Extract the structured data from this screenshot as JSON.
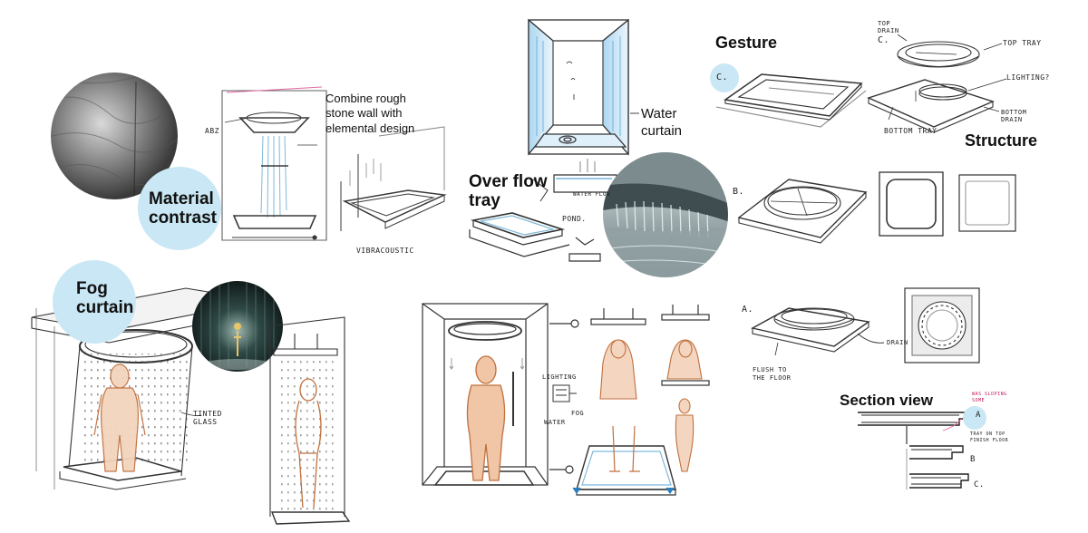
{
  "headings": {
    "material_contrast": [
      "Material",
      "contrast"
    ],
    "fog_curtain": [
      "Fog",
      "curtain"
    ],
    "over_flow_tray": [
      "Over flow",
      "tray"
    ],
    "gesture": "Gesture",
    "structure": "Structure",
    "section_view": "Section view"
  },
  "notes": {
    "combine_stone": [
      "Combine rough",
      "stone wall with",
      "elemental design"
    ],
    "water_curtain": [
      "Water",
      "curtain"
    ]
  },
  "handwritten": {
    "abz": "ABZ",
    "vibracoustic": "VIBRACOUSTIC",
    "tinted_glass": [
      "TINTED",
      "GLASS"
    ],
    "pond": "POND.",
    "water_flow": "WATER FLOW",
    "lighting": "LIGHTING",
    "fog": "FOG",
    "water": "WATER",
    "option_c": "C.",
    "option_b": "B.",
    "option_a": "A.",
    "top_drain": [
      "TOP",
      "DRAIN",
      "C."
    ],
    "top_tray": "TOP TRAY",
    "lighting_ring": "LIGHTING?",
    "bottom_drain": [
      "BOTTOM",
      "DRAIN"
    ],
    "bottom_tray": "BOTTOM TRAY",
    "drain": "DRAIN",
    "flush": [
      "FLUSH TO",
      "THE FLOOR"
    ],
    "section_a": "A",
    "section_b": "B",
    "section_c": "C.",
    "section_note1": [
      "WAS SLOPING",
      "SOME"
    ],
    "section_note2": [
      "TRAY ON TOP",
      "FINISH FLOOR"
    ]
  },
  "colors": {
    "bubble": "#c9e7f4",
    "sketch_line": "#3a3a3a",
    "skin": "#d9a27c",
    "water": "#8fc5e6",
    "accent_pink": "#e26aa0"
  }
}
